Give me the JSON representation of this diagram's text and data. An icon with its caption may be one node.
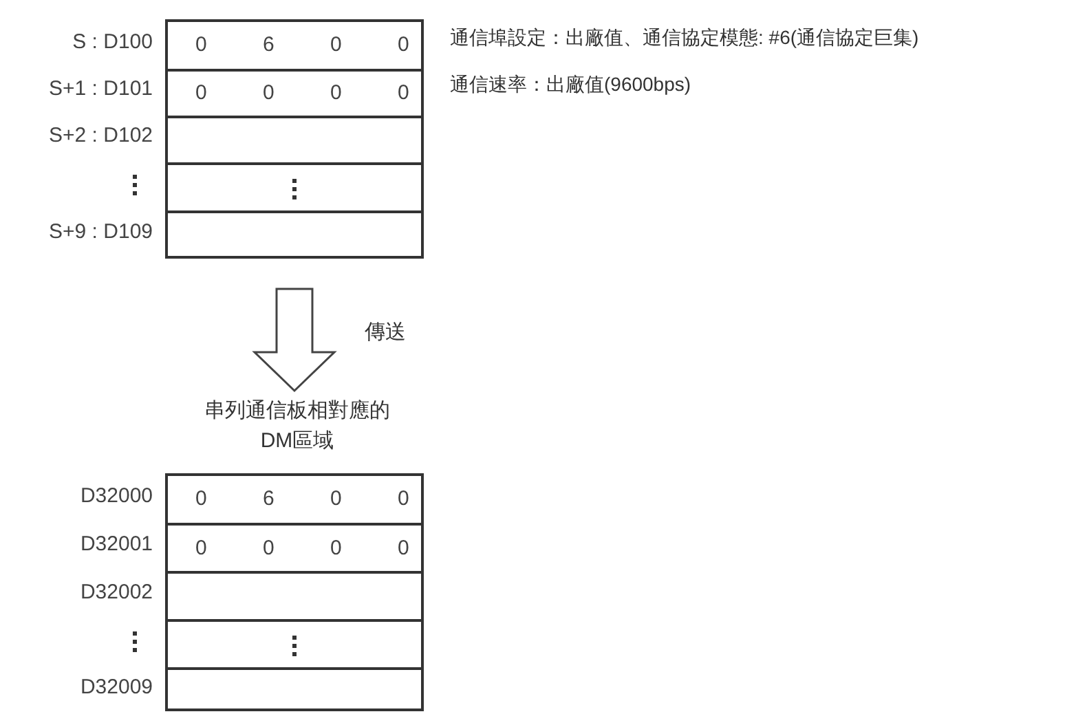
{
  "diagram": {
    "nodes": [
      {
        "text": [],
        "shape": "box"
      },
      {
        "text": [
          "串列通信板相對應的DM區域"
        ]
      }
    ],
    "edges": [
      {
        "from": 0,
        "to": 1,
        "arrow": "to",
        "label": "傳送"
      }
    ],
    "labels": [
      "S : D100",
      "0",
      "6",
      "0",
      "0",
      "通信埠設定：出廠值、通信協定模態: #6(通信協定巨集)",
      "S+1 : D101",
      "0",
      "0",
      "0",
      "0",
      "通信速率：出廠值(9600bps)",
      "S+2 : D102",
      "S+9 : D109",
      "D32000",
      "0",
      "6",
      "0",
      "0",
      "D32001",
      "0",
      "0",
      "0",
      "0",
      "D32002",
      "D32009"
    ]
  }
}
